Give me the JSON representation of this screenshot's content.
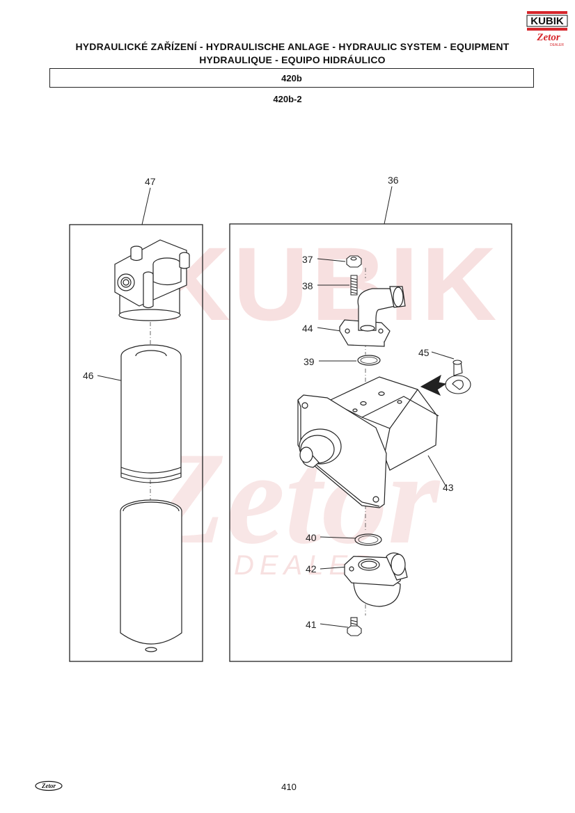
{
  "header": {
    "title_line1": "HYDRAULICKÉ ZAŘÍZENÍ - HYDRAULISCHE ANLAGE - HYDRAULIC SYSTEM - EQUIPMENT",
    "title_line2": "HYDRAULIQUE - EQUIPO HIDRÁULICO",
    "section_code": "420b",
    "sub_code": "420b-2"
  },
  "logo": {
    "brand": "KUBIK",
    "dealer_brand": "Zetor",
    "dealer_word": "DEALER",
    "brand_color": "#d6262b"
  },
  "watermark": {
    "text_top": "KUBIK",
    "text_mid": "Zetor",
    "text_bottom": "DEALER",
    "color": "#f2c7c7"
  },
  "callouts": {
    "c47": "47",
    "c46": "46",
    "c36": "36",
    "c37": "37",
    "c38": "38",
    "c44": "44",
    "c39": "39",
    "c45": "45",
    "c43": "43",
    "c40": "40",
    "c42": "42",
    "c41": "41"
  },
  "footer": {
    "page_number": "410",
    "zetor_mark": "Zetor"
  }
}
